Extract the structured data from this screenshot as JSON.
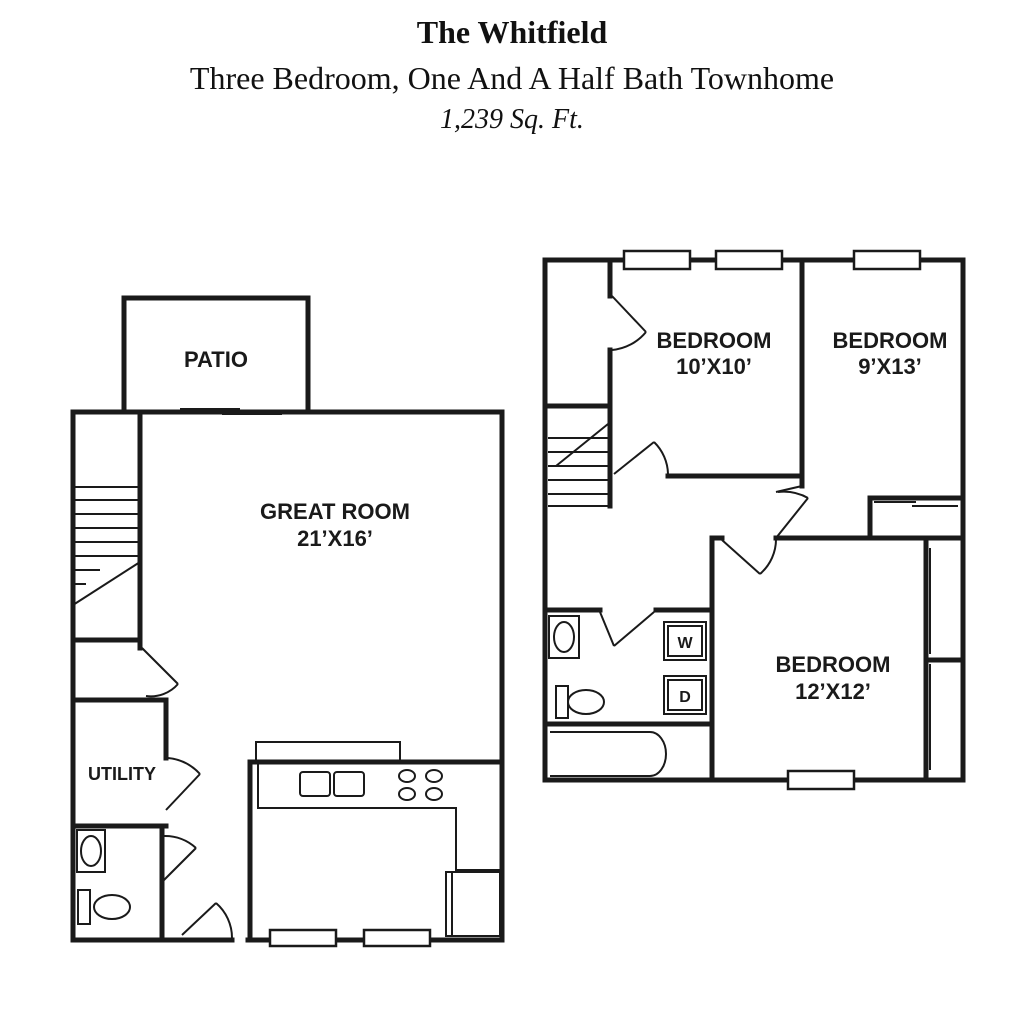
{
  "header": {
    "title": "The Whitfield",
    "subtitle": "Three Bedroom, One And A Half Bath Townhome",
    "area": "1,239 Sq. Ft."
  },
  "first_floor": {
    "patio": {
      "name": "PATIO"
    },
    "great_room": {
      "name": "GREAT ROOM",
      "size": "21’X16’"
    },
    "utility": {
      "name": "UTILITY"
    }
  },
  "second_floor": {
    "bedroom_1": {
      "name": "BEDROOM",
      "size": "10’X10’"
    },
    "bedroom_2": {
      "name": "BEDROOM",
      "size": "9’X13’"
    },
    "bedroom_3": {
      "name": "BEDROOM",
      "size": "12’X12’"
    },
    "washer": {
      "label": "W"
    },
    "dryer": {
      "label": "D"
    }
  }
}
